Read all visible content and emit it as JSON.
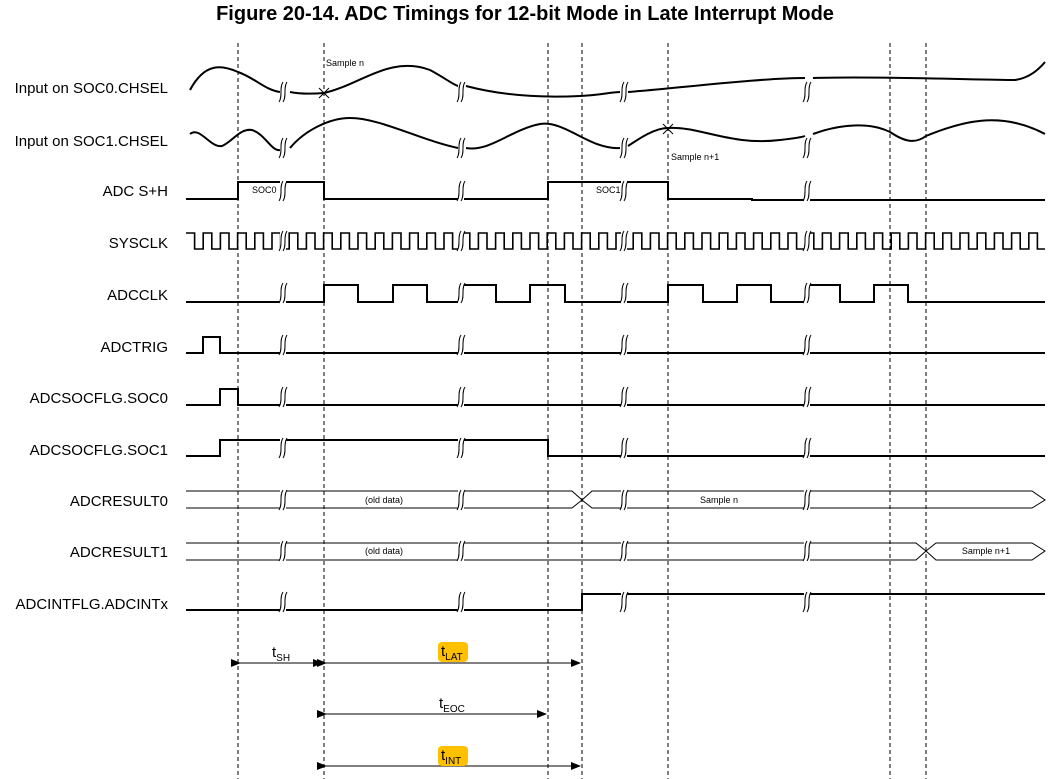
{
  "title": "Figure 20-14. ADC Timings for 12-bit Mode in Late Interrupt Mode",
  "signals": [
    "Input on SOC0.CHSEL",
    "Input on SOC1.CHSEL",
    "ADC S+H",
    "SYSCLK",
    "ADCCLK",
    "ADCTRIG",
    "ADCSOCFLG.SOC0",
    "ADCSOCFLG.SOC1",
    "ADCRESULT0",
    "ADCRESULT1",
    "ADCINTFLG.ADCINTx"
  ],
  "annotations": {
    "sample_n": "Sample n",
    "sample_n1": "Sample n+1",
    "soc0": "SOC0",
    "soc1": "SOC1",
    "old_data_0": "(old data)",
    "old_data_1": "(old data)",
    "result0_new": "Sample n",
    "result1_new": "Sample n+1"
  },
  "timings": {
    "tsh": {
      "main": "t",
      "sub": "SH"
    },
    "tlat": {
      "main": "t",
      "sub": "LAT"
    },
    "teoc": {
      "main": "t",
      "sub": "EOC"
    },
    "tint": {
      "main": "t",
      "sub": "INT"
    }
  },
  "colors": {
    "highlight": "#ffc000",
    "line": "#000000"
  }
}
